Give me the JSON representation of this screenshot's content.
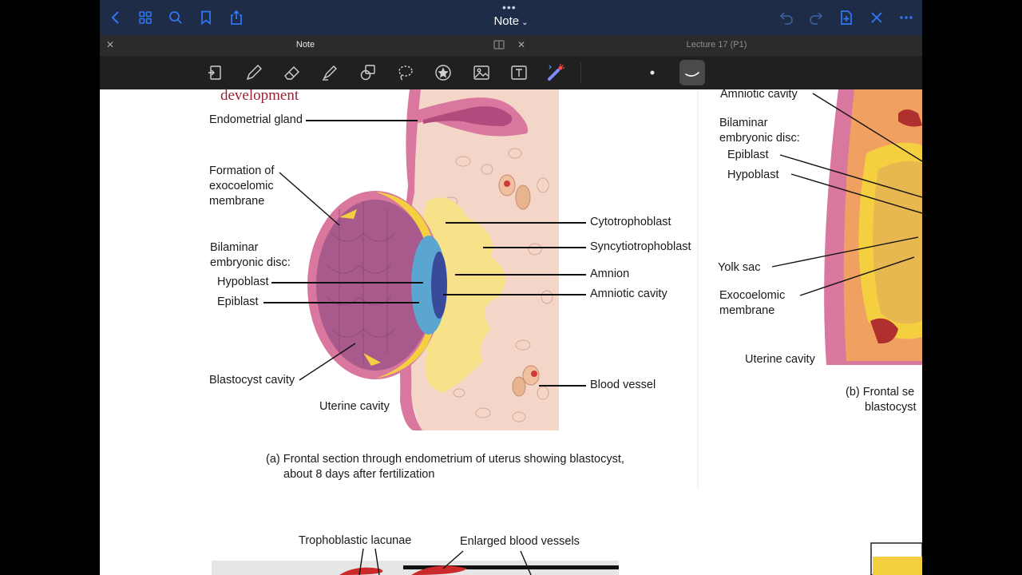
{
  "nav": {
    "title": "Note",
    "icons": [
      "back-icon",
      "grid-icon",
      "search-icon",
      "bookmark-icon",
      "share-icon",
      "undo-icon",
      "redo-icon",
      "add-page-icon",
      "close-icon",
      "more-icon"
    ]
  },
  "tabs": [
    {
      "label": "Note",
      "active": true
    },
    {
      "label": "Lecture 17 (P1)",
      "active": false
    }
  ],
  "toolbar": {
    "tools": [
      "lasso-page-icon",
      "pen-icon",
      "eraser-icon",
      "highlighter-icon",
      "shapes-icon",
      "lasso-icon",
      "sticker-icon",
      "image-icon",
      "text-icon",
      "laser-pointer-icon"
    ]
  },
  "figure_a": {
    "heading": "development",
    "labels": {
      "endometrial_gland": "Endometrial gland",
      "formation_1": "Formation of",
      "formation_2": "exocoelomic",
      "formation_3": "membrane",
      "bilaminar_1": "Bilaminar",
      "bilaminar_2": "embryonic disc:",
      "hypoblast": "Hypoblast",
      "epiblast": "Epiblast",
      "blastocyst_cavity": "Blastocyst cavity",
      "uterine_cavity": "Uterine cavity",
      "cytotrophoblast": "Cytotrophoblast",
      "syncytiotrophoblast": "Syncytiotrophoblast",
      "amnion": "Amnion",
      "amniotic_cavity": "Amniotic cavity",
      "blood_vessel": "Blood vessel"
    },
    "caption_1": "(a) Frontal section through endometrium of uterus showing blastocyst,",
    "caption_2": "about 8 days after fertilization"
  },
  "figure_b": {
    "labels": {
      "amniotic_cavity": "Amniotic cavity",
      "bilaminar_1": "Bilaminar",
      "bilaminar_2": "embryonic disc:",
      "epiblast": "Epiblast",
      "hypoblast": "Hypoblast",
      "yolk_sac": "Yolk sac",
      "exocoelomic_1": "Exocoelomic",
      "exocoelomic_2": "membrane",
      "uterine_cavity": "Uterine cavity"
    },
    "caption_1": "(b) Frontal se",
    "caption_2": "blastocyst"
  },
  "figure_c": {
    "labels": {
      "trophoblastic_lacunae": "Trophoblastic lacunae",
      "enlarged_vessels": "Enlarged blood vessels"
    }
  },
  "colors": {
    "navbar": "#1f2c48",
    "accent": "#2f78f5",
    "toolbar": "#202020",
    "endometrium": "#f3d6c8",
    "trophoblast_pink": "#d9779e",
    "yolk_purple": "#a85a8c",
    "amnion_blue": "#5aa6d0",
    "cytotrophoblast_yellow": "#f4d040",
    "heading_red": "#9b2335"
  }
}
